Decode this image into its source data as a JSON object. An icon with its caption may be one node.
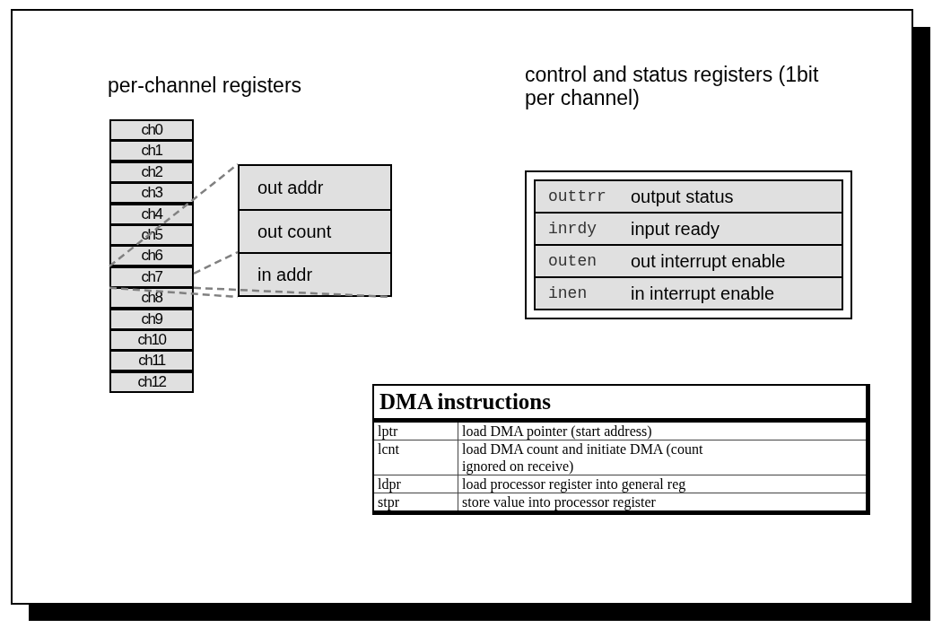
{
  "diagram": {
    "nodes": [
      {
        "text": [
          "ch0"
        ]
      },
      {
        "text": [
          "ch1"
        ]
      },
      {
        "text": [
          "ch2"
        ]
      },
      {
        "text": [
          "ch3"
        ]
      },
      {
        "text": [
          "ch4"
        ]
      },
      {
        "text": [
          "ch5"
        ]
      },
      {
        "text": [
          "ch6"
        ]
      },
      {
        "text": [
          "ch7"
        ]
      },
      {
        "text": [
          "ch8"
        ]
      },
      {
        "text": [
          "ch9"
        ]
      },
      {
        "text": [
          "ch10"
        ]
      },
      {
        "text": [
          "ch11"
        ]
      },
      {
        "text": [
          "ch12"
        ]
      },
      {
        "text": [],
        "shape": "box"
      },
      {
        "text": [
          "out addr"
        ],
        "in": 13
      },
      {
        "text": [
          "out count"
        ],
        "in": 13
      },
      {
        "text": [
          "in addr"
        ],
        "in": 13
      },
      {
        "text": [],
        "shape": "box"
      },
      {
        "text": [
          "outtrr",
          "output status"
        ],
        "in": 17
      },
      {
        "text": [
          "inrdy",
          "input ready"
        ],
        "in": 17
      },
      {
        "text": [
          "outen",
          "out interrupt enable"
        ],
        "in": 17
      },
      {
        "text": [
          "inen",
          "in interrupt enable"
        ],
        "in": 17
      }
    ],
    "edges": [
      {
        "from": 7,
        "to": 13,
        "arrow": "none",
        "style": "dashed"
      },
      {
        "from": 7,
        "to": 13,
        "arrow": "none",
        "style": "dashed"
      },
      {
        "from": 7,
        "to": 13,
        "arrow": "none",
        "style": "dashed"
      },
      {
        "from": 7,
        "to": 13,
        "arrow": "none",
        "style": "dashed"
      }
    ],
    "labels": [
      "per-channel registers",
      "control and status registers (1bit per channel)",
      "DMA instructions",
      "lptr",
      "load DMA pointer (start address)",
      "lcnt",
      "load DMA count and initiate DMA (count ignored on receive)",
      "ldpr",
      "load processor register into general reg",
      "stpr",
      "store value into processor register"
    ]
  }
}
